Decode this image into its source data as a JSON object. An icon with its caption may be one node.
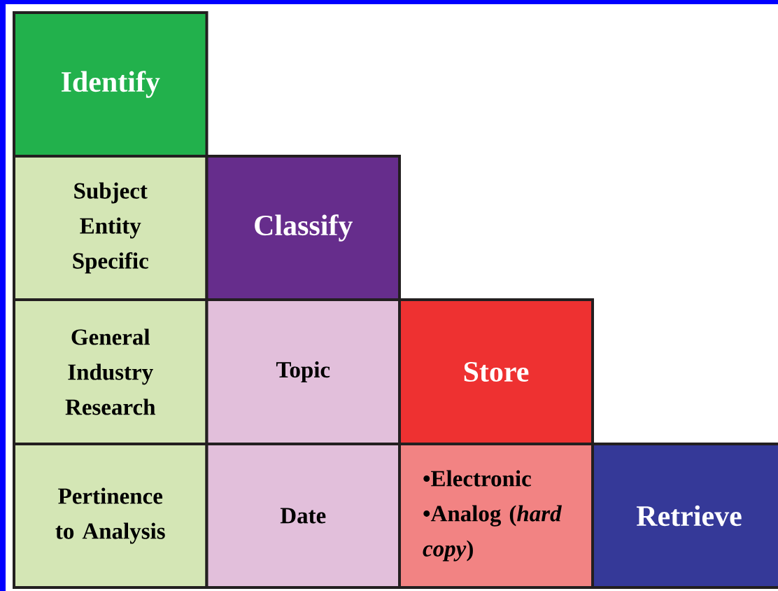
{
  "diagram": {
    "nodes": [
      {
        "text": [
          "Identify"
        ]
      },
      {
        "text": [
          "Subject Entity Specific"
        ]
      },
      {
        "text": [
          "Classify"
        ]
      },
      {
        "text": [
          "General Industry Research"
        ]
      },
      {
        "text": [
          "Topic"
        ]
      },
      {
        "text": [
          "Store"
        ]
      },
      {
        "text": [
          "Pertinence to Analysis"
        ]
      },
      {
        "text": [
          "Date"
        ]
      },
      {
        "text": [
          "•Electronic •Analog (*hard copy*)"
        ]
      },
      {
        "text": [
          "Retrieve"
        ]
      }
    ]
  }
}
